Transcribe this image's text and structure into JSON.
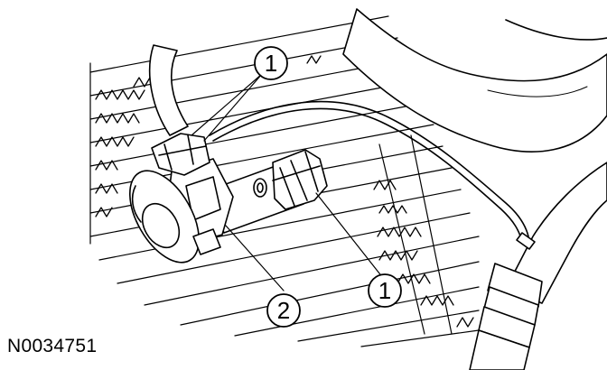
{
  "figure": {
    "id_label": "N0034751"
  },
  "callouts": [
    {
      "number": "1"
    },
    {
      "number": "1"
    },
    {
      "number": "2"
    }
  ]
}
